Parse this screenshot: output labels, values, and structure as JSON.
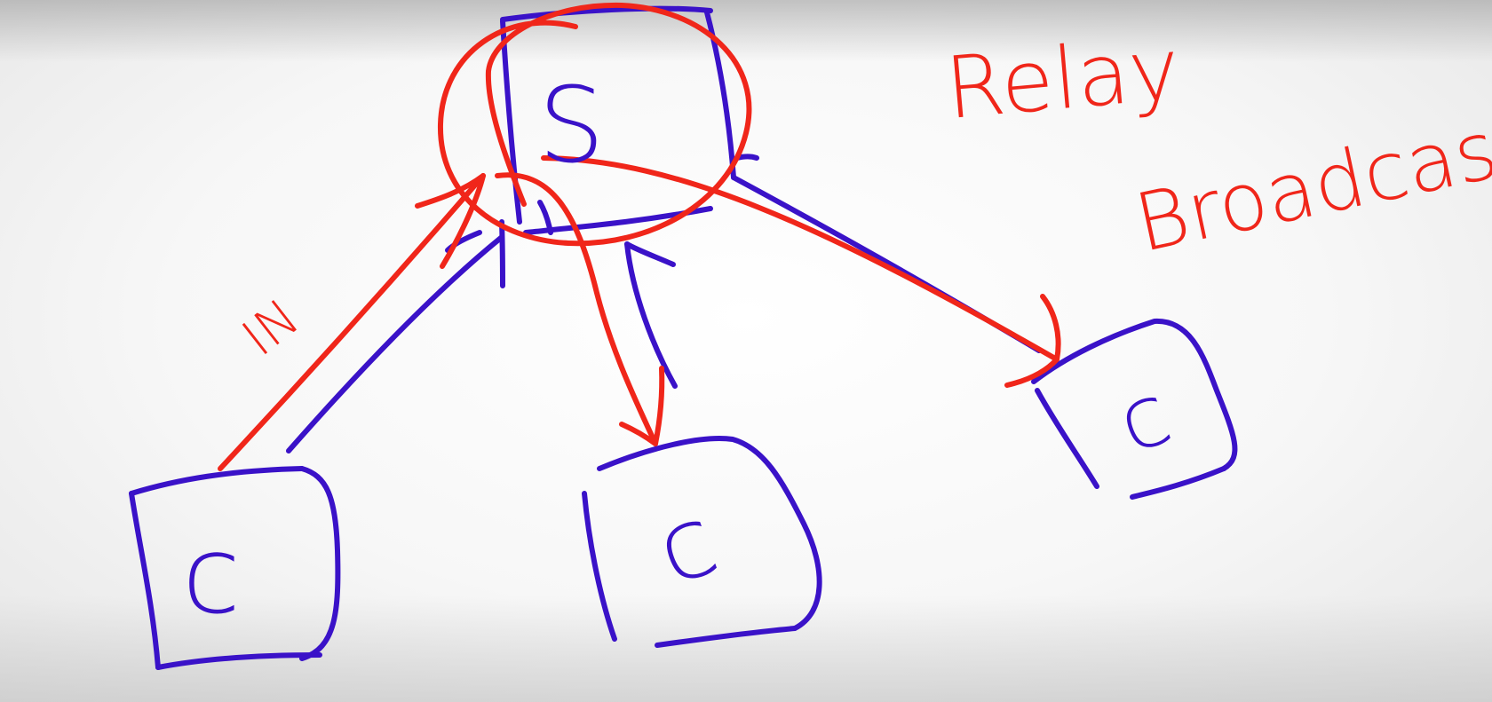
{
  "diagram": {
    "server_label": "S",
    "client_labels": [
      "c",
      "c",
      "c"
    ],
    "relay_label": "Relay",
    "broadcast_label": "Broadcast",
    "in_label": "IN"
  },
  "colors": {
    "blue_ink": "#3a12c8",
    "red_ink": "#f0261a"
  }
}
